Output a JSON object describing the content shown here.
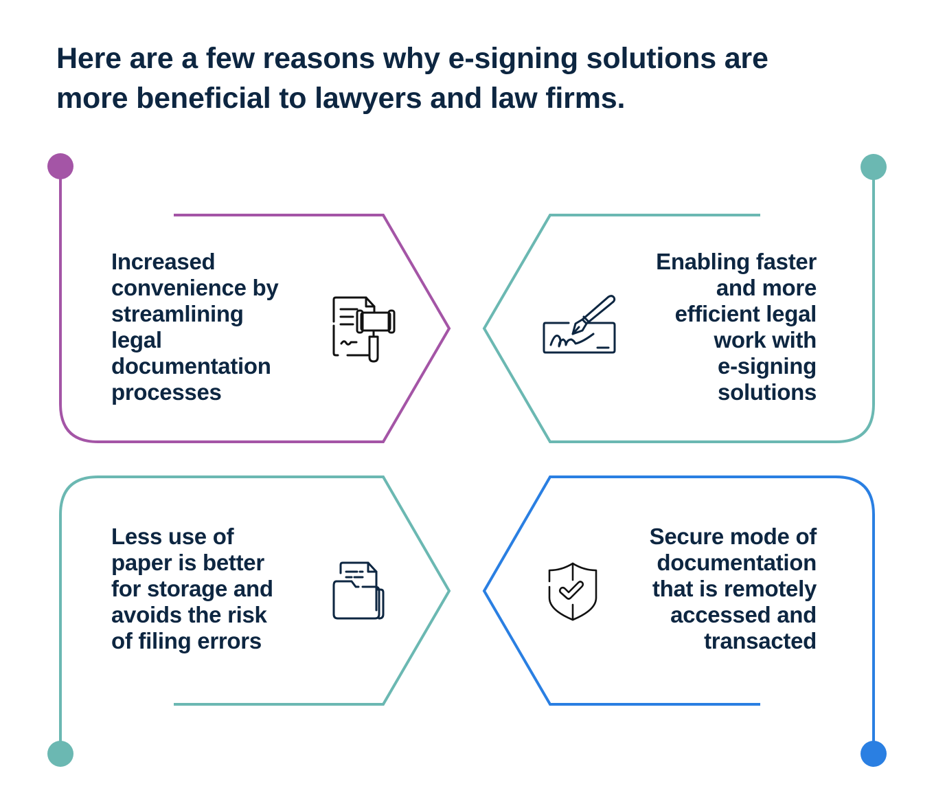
{
  "title": {
    "lines": [
      "Here are a few reasons why e-signing solutions are",
      "more beneficial to lawyers and law firms."
    ]
  },
  "colors": {
    "text": "#0d2641",
    "purple": "#a455a6",
    "teal": "#6bb8b2",
    "blue": "#2a7fe2"
  },
  "cards": [
    {
      "position": "top-left",
      "accent": "purple",
      "icon": "document-gavel-icon",
      "lines": [
        "Increased",
        "convenience by",
        "streamlining",
        "legal",
        "documentation",
        "processes"
      ]
    },
    {
      "position": "top-right",
      "accent": "teal",
      "icon": "pen-signature-icon",
      "lines": [
        "Enabling faster",
        "and more",
        "efficient legal",
        "work with",
        "e-signing",
        "solutions"
      ]
    },
    {
      "position": "bottom-left",
      "accent": "teal",
      "icon": "folder-document-icon",
      "lines": [
        "Less use of",
        "paper is better",
        "for storage and",
        "avoids the risk",
        "of filing errors"
      ]
    },
    {
      "position": "bottom-right",
      "accent": "blue",
      "icon": "shield-check-icon",
      "lines": [
        "Secure mode of",
        "documentation",
        "that is remotely",
        "accessed and",
        "transacted"
      ]
    }
  ]
}
